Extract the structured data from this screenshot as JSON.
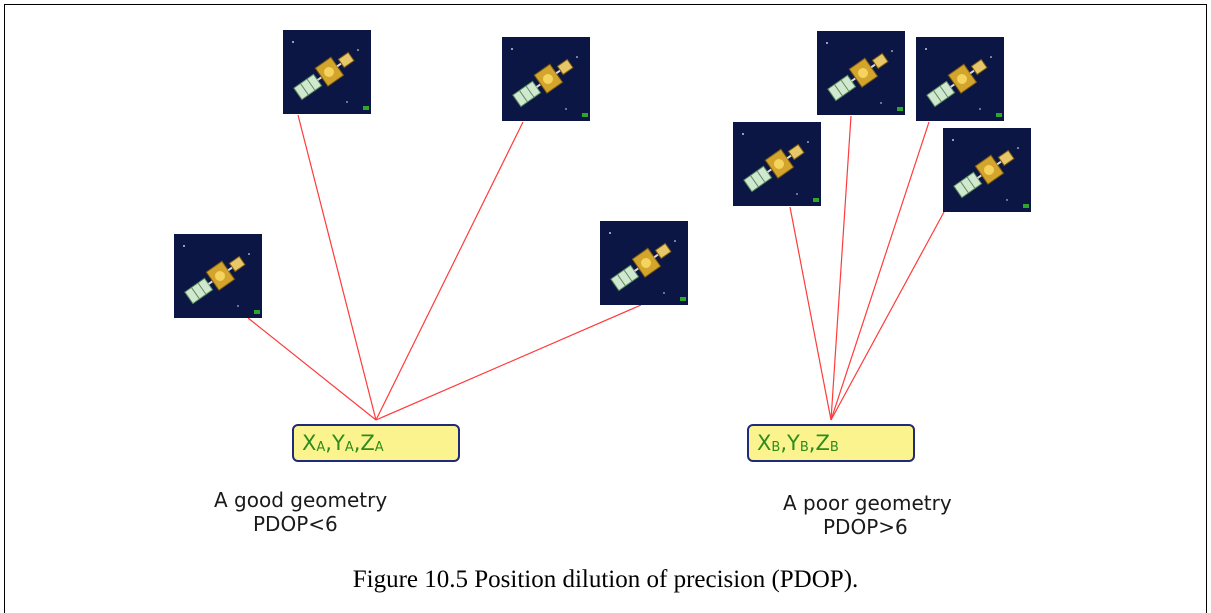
{
  "left_panel": {
    "receiver_label": {
      "x": "X",
      "x_sub": "A",
      "y": "Y",
      "y_sub": "A",
      "z": "Z",
      "z_sub": "A",
      "sep": ","
    },
    "caption_line1": "A good geometry",
    "caption_line2": "PDOP<6"
  },
  "right_panel": {
    "receiver_label": {
      "x": "X",
      "x_sub": "B",
      "y": "Y",
      "y_sub": "B",
      "z": "Z",
      "z_sub": "B",
      "sep": ","
    },
    "caption_line1": "A poor geometry",
    "caption_line2": "PDOP>6"
  },
  "figure_caption": "Figure 10.5 Position dilution of precision (PDOP).",
  "colors": {
    "signal_line": "#ff3b3b",
    "receiver_fill": "#fbf48e",
    "receiver_border": "#1f2a78",
    "label_text": "#2e8b1e"
  }
}
